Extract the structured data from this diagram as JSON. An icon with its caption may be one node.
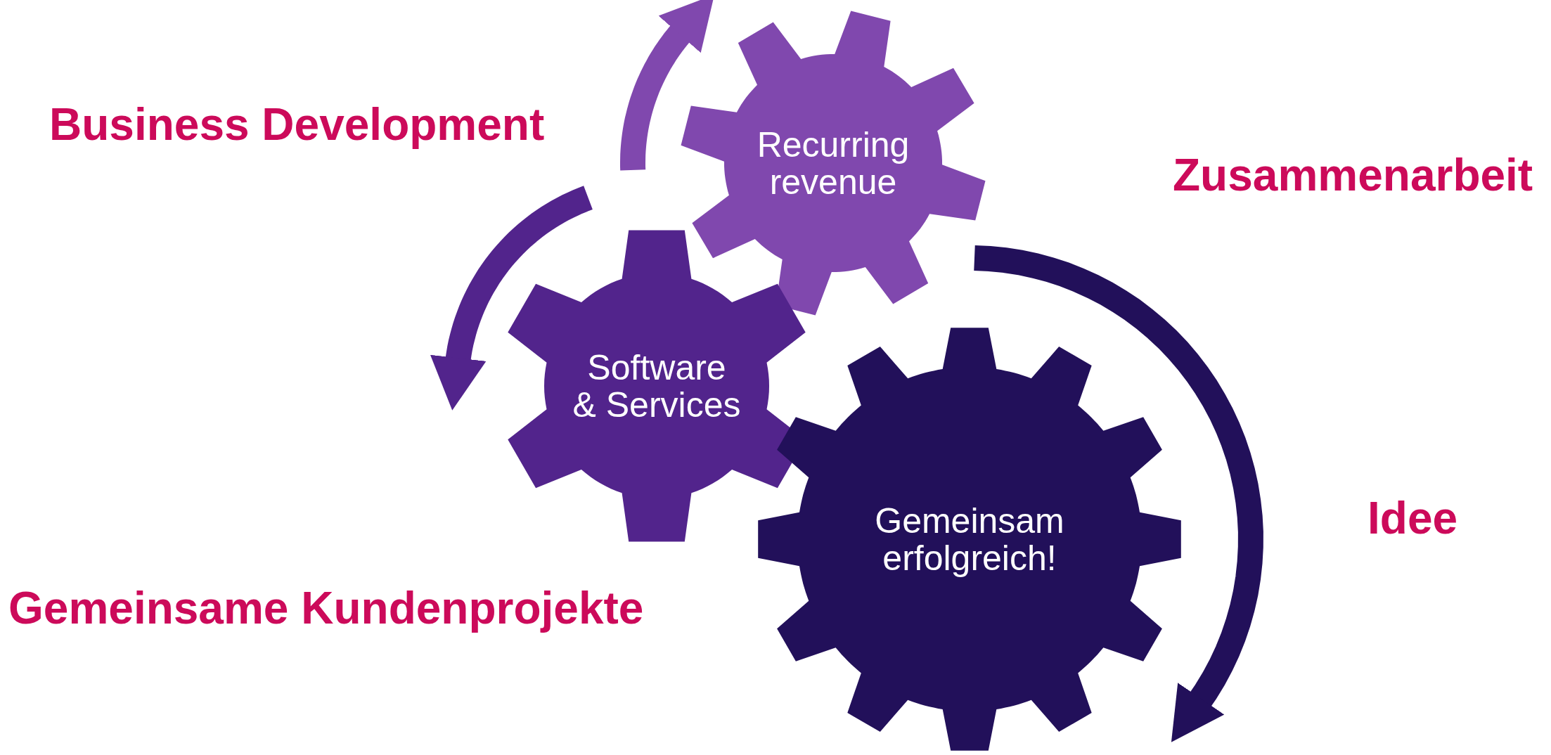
{
  "diagram": {
    "nodes": [
      {
        "text": [
          "Recurring revenue"
        ]
      },
      {
        "text": [
          "Software & Services"
        ]
      },
      {
        "text": [
          "Gemeinsam erfolgreich!"
        ]
      }
    ],
    "labels": [
      "Business Development",
      "Zusammenarbeit",
      "Idee",
      "Gemeinsame Kundenprojekte"
    ]
  }
}
